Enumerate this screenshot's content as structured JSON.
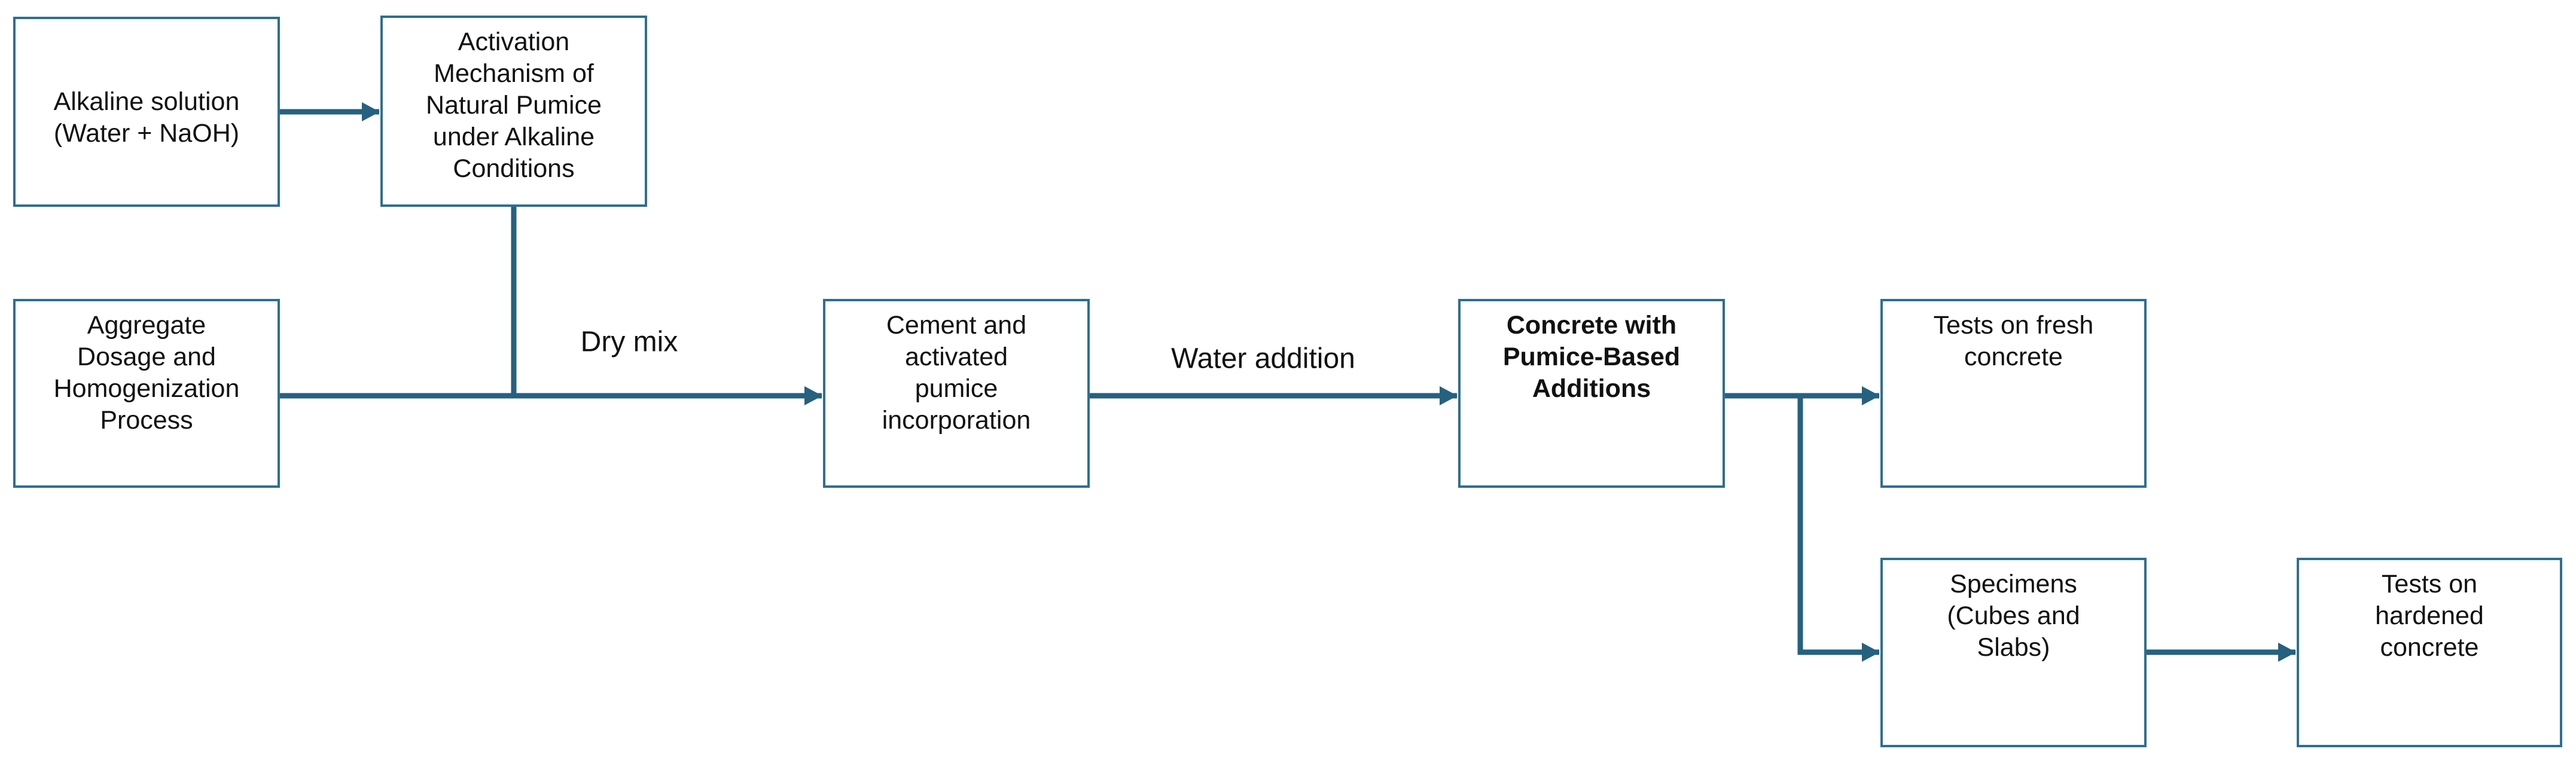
{
  "diagram": {
    "type": "flowchart",
    "background": "#ffffff",
    "colors": {
      "box_border": "#2e6e93",
      "arrow": "#26617f",
      "text": "#111111",
      "box_fill": "#ffffff"
    },
    "nodes": [
      {
        "id": "alkaline-solution",
        "label": "Alkaline solution\n(Water + NaOH)",
        "emphasis": "regular"
      },
      {
        "id": "activation-mechanism",
        "label": "Activation\nMechanism of\nNatural Pumice\nunder Alkaline\nConditions",
        "emphasis": "regular"
      },
      {
        "id": "aggregate-dosage",
        "label": "Aggregate\nDosage and\nHomogenization\nProcess",
        "emphasis": "regular"
      },
      {
        "id": "cement-incorporation",
        "label": "Cement and\nactivated\npumice\nincorporation",
        "emphasis": "regular"
      },
      {
        "id": "concrete-pumice",
        "label": "Concrete with\nPumice-Based\nAdditions",
        "emphasis": "bold"
      },
      {
        "id": "tests-fresh",
        "label": "Tests on fresh\nconcrete",
        "emphasis": "regular"
      },
      {
        "id": "specimens",
        "label": "Specimens\n(Cubes and\nSlabs)",
        "emphasis": "regular"
      },
      {
        "id": "tests-hardened",
        "label": "Tests on\nhardened\nconcrete",
        "emphasis": "regular"
      }
    ],
    "edge_labels": [
      {
        "id": "dry-mix",
        "label": "Dry mix"
      },
      {
        "id": "water-addition",
        "label": "Water addition"
      }
    ],
    "edges": [
      {
        "from": "alkaline-solution",
        "to": "activation-mechanism",
        "label": ""
      },
      {
        "from": "activation-mechanism",
        "to": "dry-mix-junction",
        "label": ""
      },
      {
        "from": "aggregate-dosage",
        "to": "cement-incorporation",
        "label": "Dry mix"
      },
      {
        "from": "cement-incorporation",
        "to": "concrete-pumice",
        "label": "Water addition"
      },
      {
        "from": "concrete-pumice",
        "to": "tests-fresh",
        "label": ""
      },
      {
        "from": "concrete-pumice",
        "to": "specimens",
        "label": ""
      },
      {
        "from": "specimens",
        "to": "tests-hardened",
        "label": ""
      }
    ]
  }
}
